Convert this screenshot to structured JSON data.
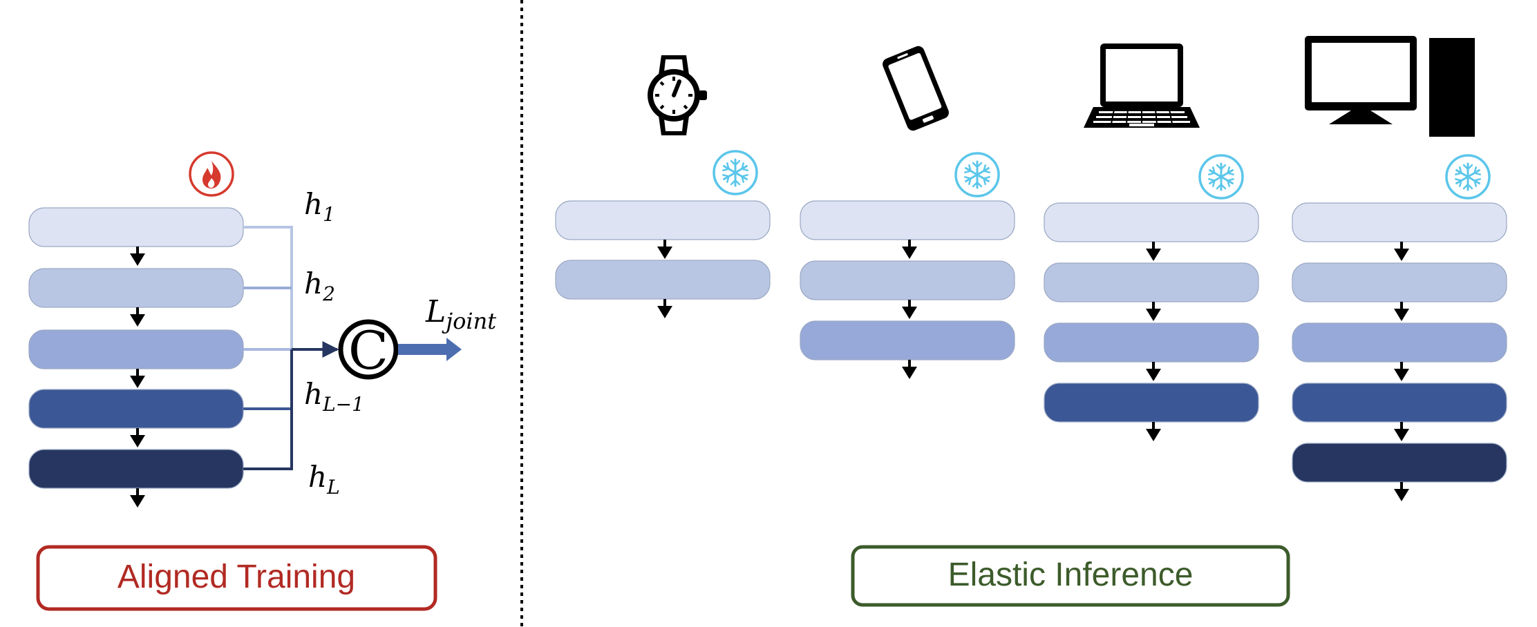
{
  "colors": {
    "layer": [
      "#dde3f2",
      "#b9c6e3",
      "#97a9d8",
      "#3c5795",
      "#263660"
    ],
    "layer_stroke": "#9aa8c4",
    "connector": [
      "#b7c5e4",
      "#99acd7",
      "#a8b8e0",
      "#3c5795",
      "#263660"
    ],
    "arrow": "#000000",
    "fire": "#d63a2e",
    "snow": "#5bc6ea",
    "training_border": "#b12a23",
    "training_text": "#b12a23",
    "inference_border": "#3c5b2a",
    "inference_text": "#3c5b2a",
    "output_arrow": "#4c6db0"
  },
  "training": {
    "icon": "fire-icon",
    "layer_count": 5,
    "labels": [
      {
        "base": "h",
        "sub": "1"
      },
      {
        "base": "h",
        "sub": "2"
      },
      {
        "base": "h",
        "sub": "L−1"
      },
      {
        "base": "h",
        "sub": "L"
      }
    ],
    "concat_symbol": "C",
    "loss": {
      "base": "L",
      "sub": "joint"
    },
    "caption": "Aligned Training"
  },
  "inference": {
    "devices": [
      {
        "icon": "smartwatch-icon",
        "layers": 2
      },
      {
        "icon": "smartphone-icon",
        "layers": 3
      },
      {
        "icon": "laptop-icon",
        "layers": 4
      },
      {
        "icon": "desktop-computer-icon",
        "layers": 5
      }
    ],
    "frozen_icon": "snowflake-icon",
    "caption": "Elastic Inference"
  }
}
